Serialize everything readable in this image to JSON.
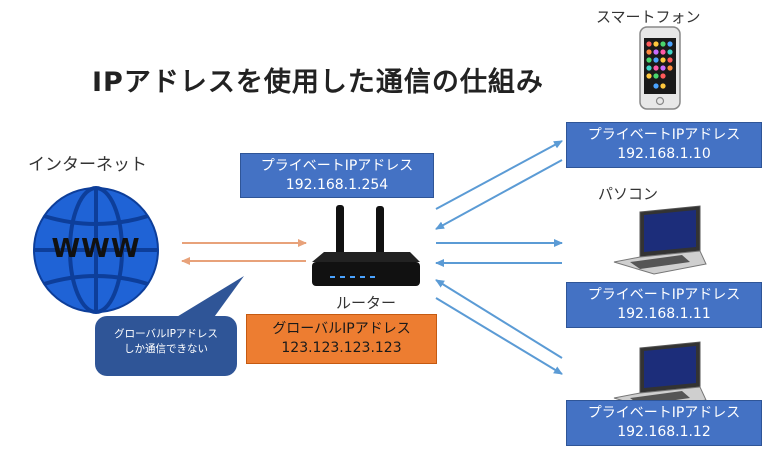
{
  "title": "IPアドレスを使用した通信の仕組み",
  "labels": {
    "internet": "インターネット",
    "router": "ルーター",
    "smartphone": "スマートフォン",
    "pc": "パソコン",
    "www": "WWW"
  },
  "bubble": {
    "line1": "グローバルIPアドレス",
    "line2": "しか通信できない"
  },
  "router_private": {
    "label": "プライベートIPアドレス",
    "ip": "192.168.1.254"
  },
  "router_global": {
    "label": "グローバルIPアドレス",
    "ip": "123.123.123.123"
  },
  "devices": [
    {
      "label": "プライベートIPアドレス",
      "ip": "192.168.1.10"
    },
    {
      "label": "プライベートIPアドレス",
      "ip": "192.168.1.11"
    },
    {
      "label": "プライベートIPアドレス",
      "ip": "192.168.1.12"
    }
  ],
  "colors": {
    "box_blue": "#4472c4",
    "box_orange": "#ed7d31",
    "bubble": "#2f5597",
    "arrow_blue": "#5b9bd5",
    "arrow_orange": "#e8a27a",
    "globe": "#1f63d6"
  }
}
